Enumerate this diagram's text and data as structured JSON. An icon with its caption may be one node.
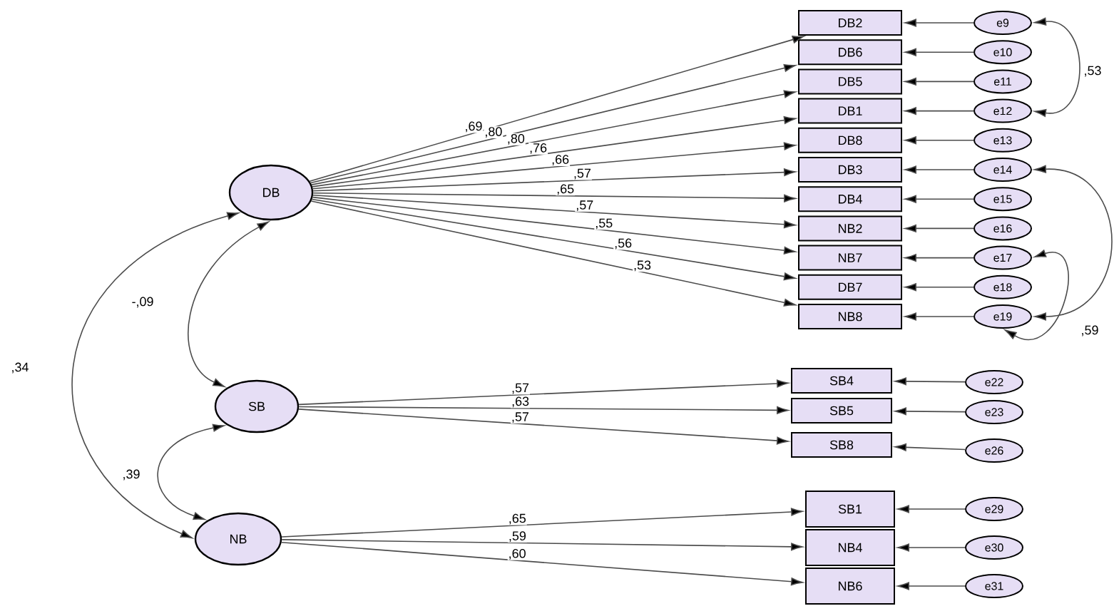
{
  "diagram": {
    "nodes": [
      {
        "text": [
          "DB"
        ]
      },
      {
        "text": [
          "DB2"
        ]
      },
      {
        "text": [
          "DB6"
        ]
      },
      {
        "text": [
          "DB5"
        ]
      },
      {
        "text": [
          "DB1"
        ]
      },
      {
        "text": [
          "DB8"
        ]
      },
      {
        "text": [
          "DB3"
        ]
      },
      {
        "text": [
          "DB4"
        ]
      },
      {
        "text": [
          "NB2"
        ]
      },
      {
        "text": [
          "NB7"
        ]
      },
      {
        "text": [
          "DB7"
        ]
      },
      {
        "text": [
          "NB8"
        ]
      },
      {
        "text": [
          "e9"
        ]
      },
      {
        "text": [
          "e10"
        ]
      },
      {
        "text": [
          "e11"
        ]
      },
      {
        "text": [
          "e12"
        ]
      },
      {
        "text": [
          "e13"
        ]
      },
      {
        "text": [
          "e14"
        ]
      },
      {
        "text": [
          "e15"
        ]
      },
      {
        "text": [
          "e16"
        ]
      },
      {
        "text": [
          "e17"
        ]
      },
      {
        "text": [
          "e18"
        ]
      },
      {
        "text": [
          "e19"
        ]
      },
      {
        "text": [
          "SB"
        ]
      },
      {
        "text": [
          "SB4"
        ]
      },
      {
        "text": [
          "SB5"
        ]
      },
      {
        "text": [
          "SB8"
        ]
      },
      {
        "text": [
          "e22"
        ]
      },
      {
        "text": [
          "e23"
        ]
      },
      {
        "text": [
          "e26"
        ]
      },
      {
        "text": [
          "NB"
        ]
      },
      {
        "text": [
          "SB1"
        ]
      },
      {
        "text": [
          "NB4"
        ]
      },
      {
        "text": [
          "NB6"
        ]
      },
      {
        "text": [
          "e29"
        ]
      },
      {
        "text": [
          "e30"
        ]
      },
      {
        "text": [
          "e31"
        ]
      }
    ],
    "edges": [
      {
        "from": 0,
        "to": 1,
        "arrow": "to",
        "label": ",69"
      },
      {
        "from": 0,
        "to": 2,
        "arrow": "to",
        "label": ",80"
      },
      {
        "from": 0,
        "to": 3,
        "arrow": "to",
        "label": ",80"
      },
      {
        "from": 0,
        "to": 4,
        "arrow": "to",
        "label": ",76"
      },
      {
        "from": 0,
        "to": 5,
        "arrow": "to",
        "label": ",66"
      },
      {
        "from": 0,
        "to": 6,
        "arrow": "to",
        "label": ",57"
      },
      {
        "from": 0,
        "to": 7,
        "arrow": "to",
        "label": ",65"
      },
      {
        "from": 0,
        "to": 8,
        "arrow": "to",
        "label": ",57"
      },
      {
        "from": 0,
        "to": 9,
        "arrow": "to",
        "label": ",55"
      },
      {
        "from": 0,
        "to": 10,
        "arrow": "to",
        "label": ",56"
      },
      {
        "from": 0,
        "to": 11,
        "arrow": "to",
        "label": ",53"
      },
      {
        "from": 12,
        "to": 1,
        "arrow": "to"
      },
      {
        "from": 13,
        "to": 2,
        "arrow": "to"
      },
      {
        "from": 14,
        "to": 3,
        "arrow": "to"
      },
      {
        "from": 15,
        "to": 4,
        "arrow": "to"
      },
      {
        "from": 16,
        "to": 5,
        "arrow": "to"
      },
      {
        "from": 17,
        "to": 6,
        "arrow": "to"
      },
      {
        "from": 18,
        "to": 7,
        "arrow": "to"
      },
      {
        "from": 19,
        "to": 8,
        "arrow": "to"
      },
      {
        "from": 20,
        "to": 9,
        "arrow": "to"
      },
      {
        "from": 21,
        "to": 10,
        "arrow": "to"
      },
      {
        "from": 22,
        "to": 11,
        "arrow": "to"
      },
      {
        "from": 23,
        "to": 24,
        "arrow": "to",
        "label": ",57"
      },
      {
        "from": 23,
        "to": 25,
        "arrow": "to",
        "label": ",63"
      },
      {
        "from": 23,
        "to": 26,
        "arrow": "to",
        "label": ",57"
      },
      {
        "from": 27,
        "to": 24,
        "arrow": "to"
      },
      {
        "from": 28,
        "to": 25,
        "arrow": "to"
      },
      {
        "from": 29,
        "to": 26,
        "arrow": "to"
      },
      {
        "from": 30,
        "to": 31,
        "arrow": "to",
        "label": ",65"
      },
      {
        "from": 30,
        "to": 32,
        "arrow": "to",
        "label": ",59"
      },
      {
        "from": 30,
        "to": 33,
        "arrow": "to",
        "label": ",60"
      },
      {
        "from": 34,
        "to": 31,
        "arrow": "to"
      },
      {
        "from": 35,
        "to": 32,
        "arrow": "to"
      },
      {
        "from": 36,
        "to": 33,
        "arrow": "to"
      },
      {
        "from": 0,
        "to": 23,
        "arrow": "both",
        "label": "-,09"
      },
      {
        "from": 0,
        "to": 30,
        "arrow": "both",
        "label": ",34"
      },
      {
        "from": 23,
        "to": 30,
        "arrow": "both",
        "label": ",39"
      },
      {
        "from": 12,
        "to": 15,
        "arrow": "both",
        "label": ",53"
      },
      {
        "from": 17,
        "to": 22,
        "arrow": "both"
      },
      {
        "from": 20,
        "to": 22,
        "arrow": "both",
        "label": ",59"
      }
    ]
  }
}
